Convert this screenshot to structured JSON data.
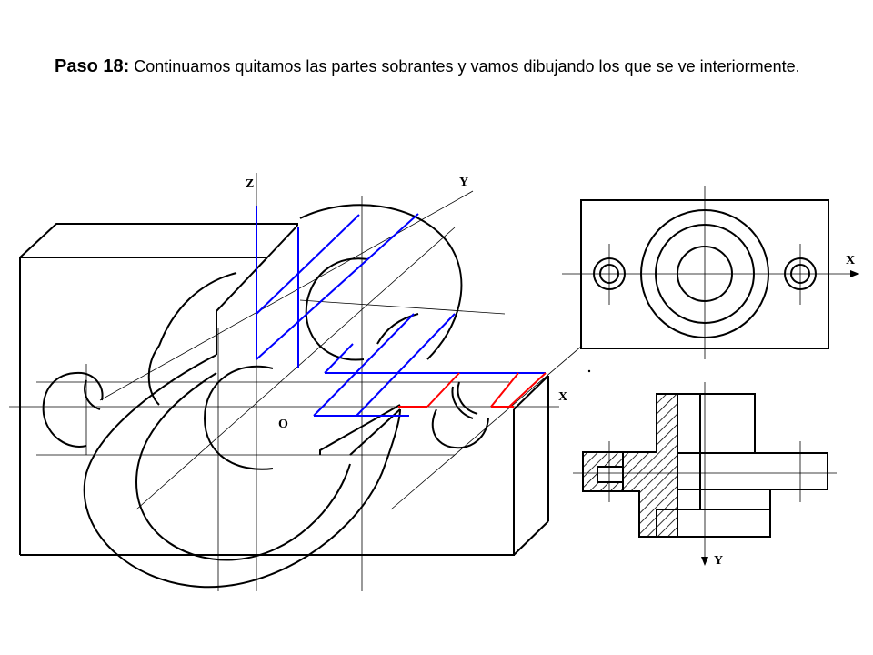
{
  "caption": {
    "step": "Paso 18:",
    "text": " Continuamos quitamos las partes sobrantes y vamos dibujando los que se ve interiormente."
  },
  "iso_labels": {
    "z": "Z",
    "y": "Y",
    "x": "X",
    "o": "O"
  },
  "plan_labels": {
    "x": "X"
  },
  "section_labels": {
    "y": "Y"
  },
  "colors": {
    "ink": "#000000",
    "hidden": "#0000ff",
    "section": "#ff0000"
  }
}
